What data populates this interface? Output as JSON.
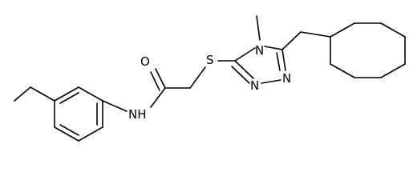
{
  "atoms": {
    "oxygen": "O",
    "amide_nh": "NH",
    "sulfur": "S",
    "ring_n4": "N",
    "ring_n1": "N",
    "ring_n2": "N"
  },
  "colors": {
    "bond": "#000000",
    "label": "#000000",
    "background": "#ffffff"
  }
}
